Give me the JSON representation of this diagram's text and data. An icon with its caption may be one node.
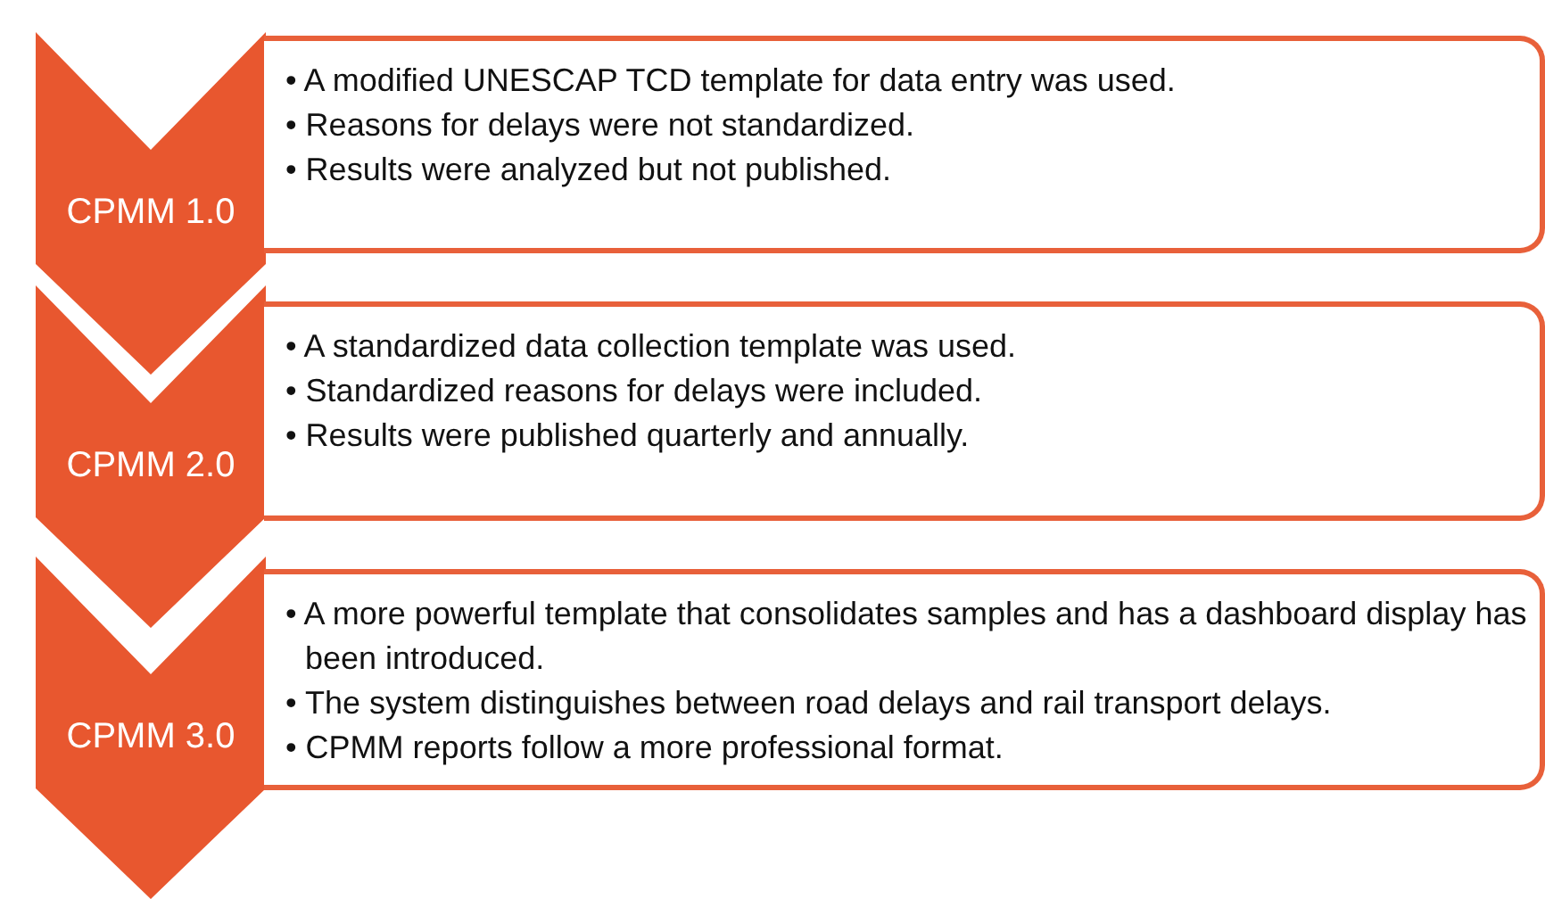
{
  "diagram": {
    "nodes": [
      {
        "text": [
          "CPMM 1.0"
        ]
      },
      {
        "text": [
          "• A modified UNESCAP TCD template for data entry was used.",
          "• Reasons for delays were not standardized.",
          "• Results were analyzed but not published."
        ]
      },
      {
        "text": [
          "CPMM 2.0"
        ]
      },
      {
        "text": [
          "• A standardized data collection template was used.",
          "• Standardized reasons for delays were included.",
          "• Results were published quarterly and annually."
        ]
      },
      {
        "text": [
          "CPMM 3.0"
        ]
      },
      {
        "text": [
          "• A more powerful template that consolidates samples and has a dashboard display has been introduced.",
          "• The system distinguishes between road delays and rail transport delays.",
          "• CPMM reports follow a more professional format."
        ]
      }
    ]
  }
}
